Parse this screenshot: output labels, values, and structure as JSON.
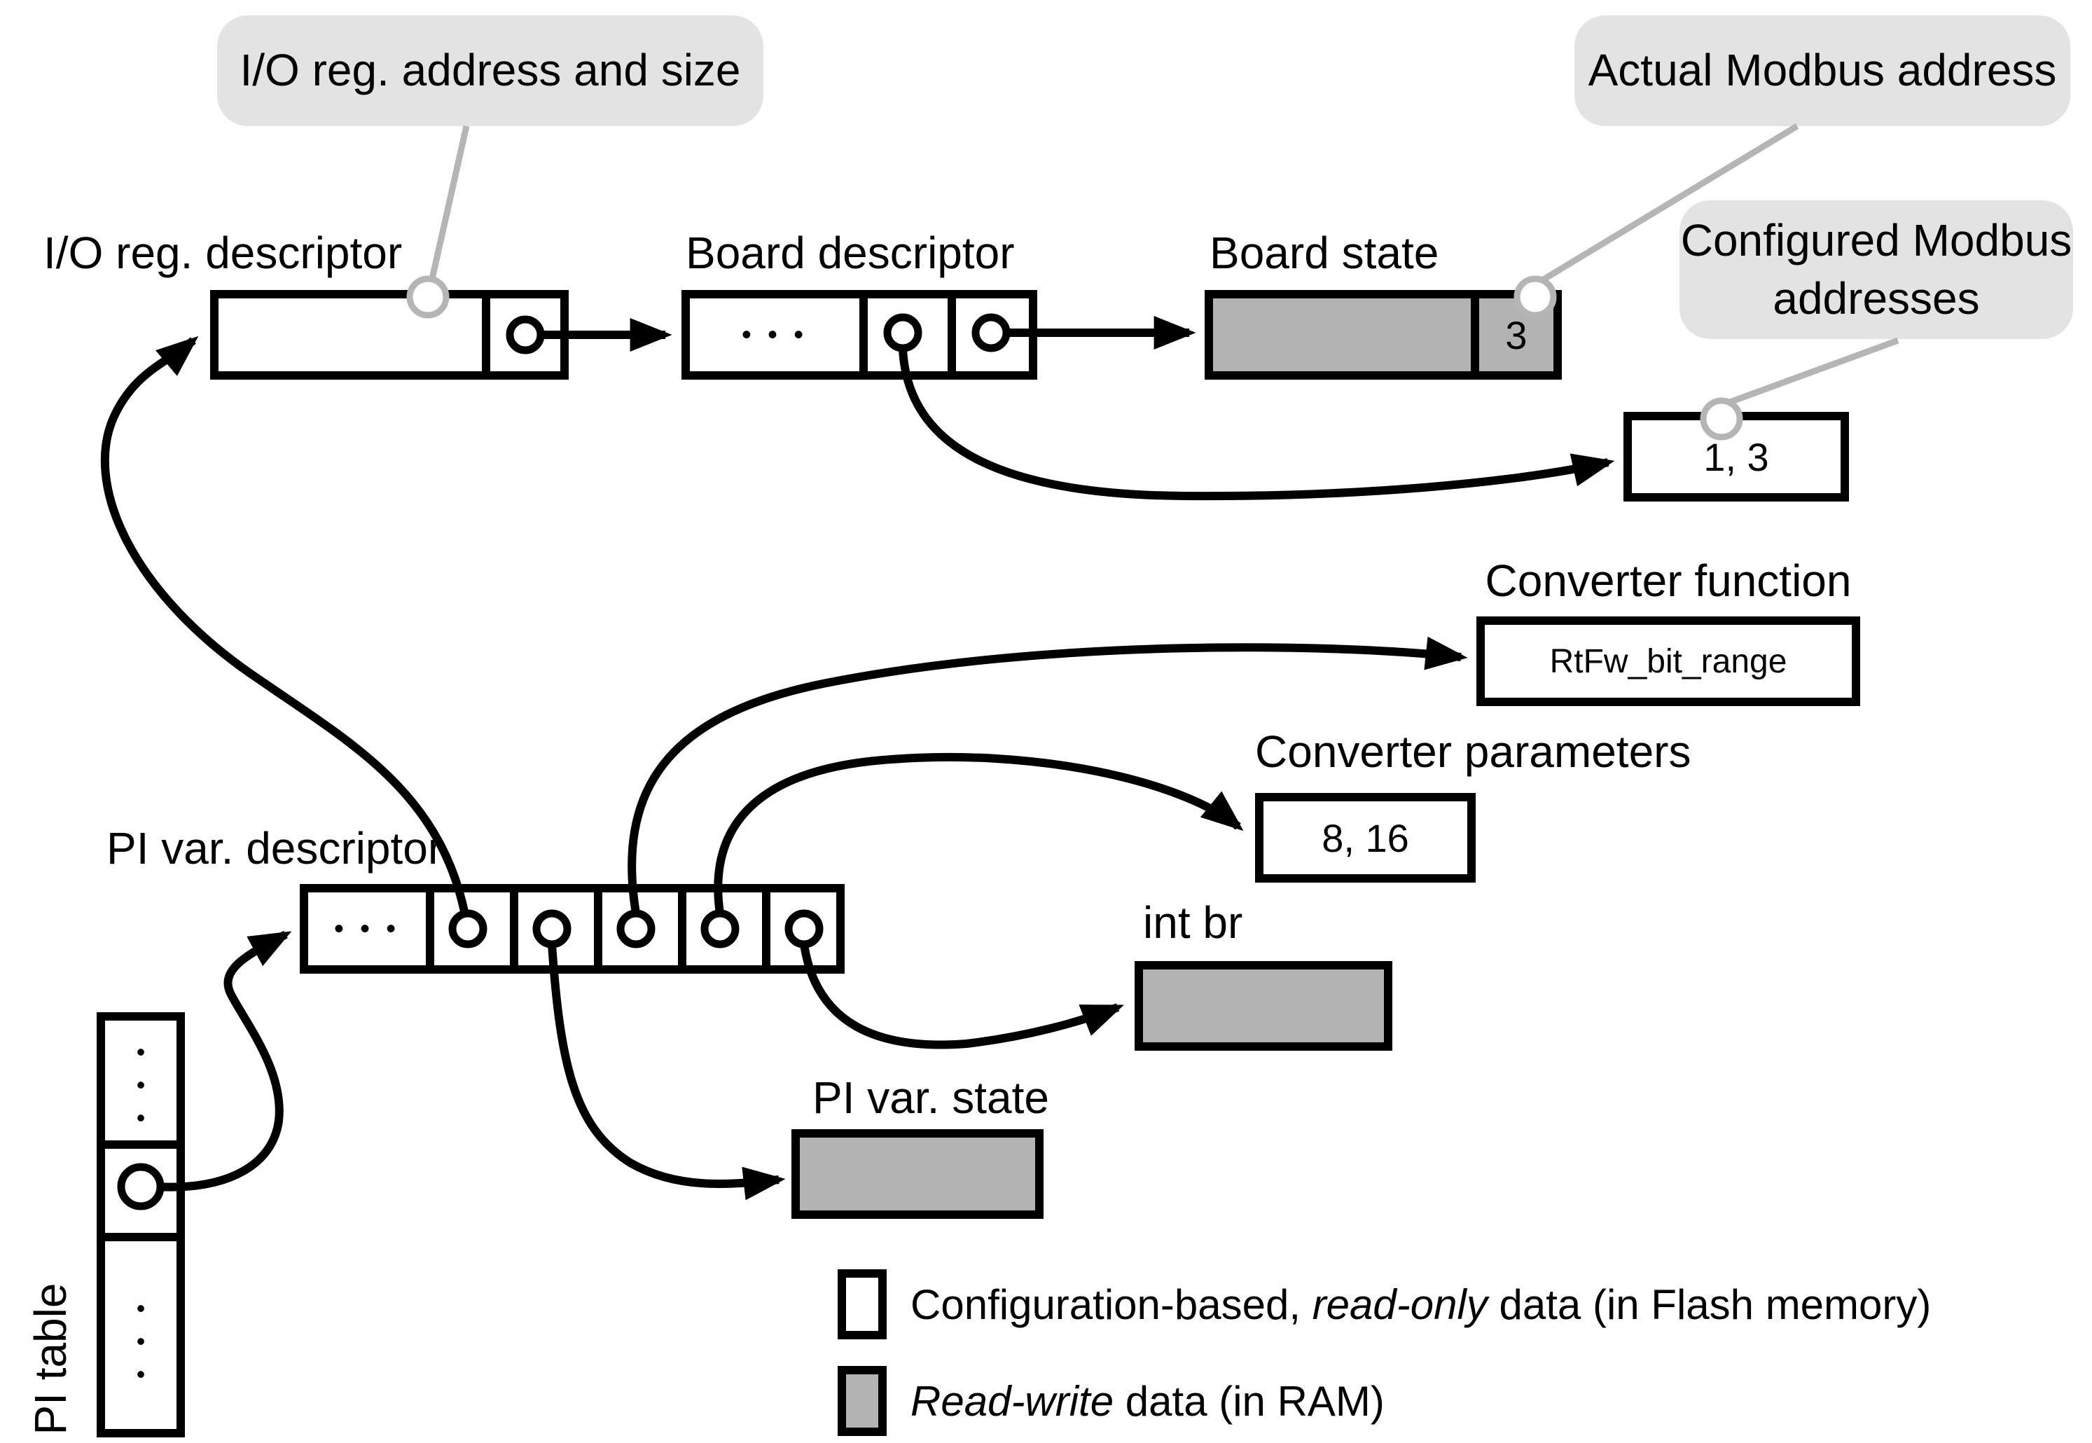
{
  "callouts": {
    "io_reg_addr_size": "I/O reg. address and size",
    "actual_modbus_address": "Actual Modbus address",
    "configured_modbus_line1": "Configured Modbus",
    "configured_modbus_line2": "addresses"
  },
  "labels": {
    "io_reg_descriptor": "I/O reg. descriptor",
    "board_descriptor": "Board descriptor",
    "board_state": "Board state",
    "converter_function": "Converter function",
    "converter_parameters": "Converter parameters",
    "int_br": "int br",
    "pi_var_descriptor": "PI var. descriptor",
    "pi_var_state": "PI var. state",
    "pi_table": "PI table"
  },
  "boxes": {
    "board_state_value": "3",
    "configured_modbus_value": "1, 3",
    "converter_function_value": "RtFw_bit_range",
    "converter_parameters_value": "8, 16"
  },
  "ellipses": {
    "horizontal": "• • •",
    "vertical": "•\n•\n•"
  },
  "legend": {
    "flash_prefix": "Configuration-based, ",
    "flash_italic": "read-only",
    "flash_suffix": " data (in Flash memory)",
    "ram_italic": "Read-write",
    "ram_suffix": " data (in RAM)"
  },
  "colors": {
    "flash_fill": "#ffffff",
    "ram_fill": "#b3b3b3",
    "callout_fill": "#e3e3e3",
    "leader_gray": "#b5b5b5",
    "line_black": "#000000"
  }
}
